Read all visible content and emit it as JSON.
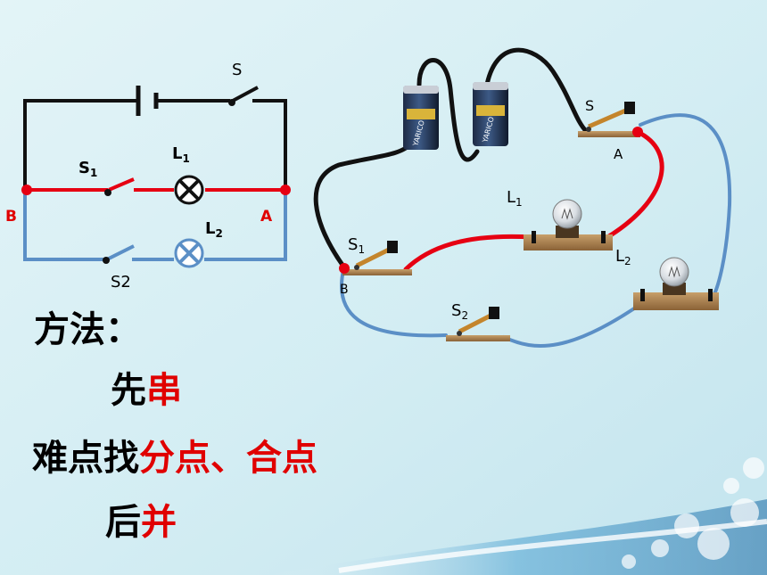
{
  "schematic": {
    "switch_s": "S",
    "switch_s1": "S",
    "switch_s1_sub": "1",
    "lamp_l1": "L",
    "lamp_l1_sub": "1",
    "lamp_l2": "L",
    "lamp_l2_sub": "2",
    "switch_s2": "S2",
    "node_b": "B",
    "node_a": "A"
  },
  "physical": {
    "switch_s": "S",
    "node_a": "A",
    "lamp_l1": "L",
    "lamp_l1_sub": "1",
    "lamp_l2": "L",
    "lamp_l2_sub": "2",
    "switch_s1": "S",
    "switch_s1_sub": "1",
    "node_b": "B",
    "switch_s2": "S",
    "switch_s2_sub": "2",
    "battery_brand": "YARICO"
  },
  "method": {
    "heading": "方法：",
    "line1_black": "先",
    "line1_red": "串",
    "line2_black": "难点找",
    "line2_red": "分点、合点",
    "line3_black": "后",
    "line3_red": "并"
  },
  "colors": {
    "background": "#d8eef4",
    "wire_black": "#111111",
    "wire_red": "#e60012",
    "wire_blue": "#5b8fc6",
    "text_red": "#e00000"
  }
}
